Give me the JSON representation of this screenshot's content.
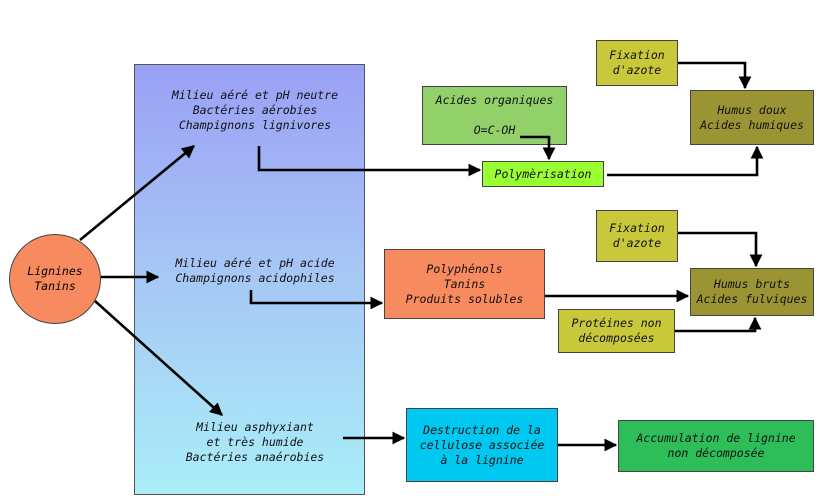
{
  "start": {
    "lines": [
      "Lignines",
      "Tanins"
    ]
  },
  "conditions": {
    "aerated_neutral": [
      "Milieu aéré et pH neutre",
      "Bactéries aérobies",
      "Champignons lignivores"
    ],
    "aerated_acid": [
      "Milieu aéré et pH acide",
      "Champignons acidophiles"
    ],
    "anaerobic": [
      "Milieu asphyxiant",
      "et très humide",
      "Bactéries anaérobies"
    ]
  },
  "nodes": {
    "acides_organiques": {
      "lines": [
        "Acides organiques",
        "",
        "O=C-OH"
      ],
      "color": "#92d069"
    },
    "polymerisation": {
      "lines": [
        "Polymèrisation"
      ],
      "color": "#99ff33"
    },
    "fixation_azote_top": {
      "lines": [
        "Fixation",
        "d'azote"
      ],
      "color": "#c9c83b"
    },
    "humus_doux": {
      "lines": [
        "Humus doux",
        "Acides humiques"
      ],
      "color": "#9b9435"
    },
    "polyphenols": {
      "lines": [
        "Polyphénols",
        "Tanins",
        "Produits solubles"
      ],
      "color": "#f78a5e"
    },
    "fixation_azote_mid": {
      "lines": [
        "Fixation",
        "d'azote"
      ],
      "color": "#c9c83b"
    },
    "humus_bruts": {
      "lines": [
        "Humus bruts",
        "Acides fulviques"
      ],
      "color": "#9b9435"
    },
    "proteines": {
      "lines": [
        "Protéines non",
        "décomposées"
      ],
      "color": "#c9c83b"
    },
    "destruction": {
      "lines": [
        "Destruction de la",
        "cellulose associée",
        "à la lignine"
      ],
      "color": "#00c8f0"
    },
    "accumulation": {
      "lines": [
        "Accumulation de lignine",
        "non décomposée"
      ],
      "color": "#2dbd59"
    }
  },
  "colors": {
    "arrow": "#000000",
    "border": "#444444",
    "start": "#f78a5e"
  }
}
